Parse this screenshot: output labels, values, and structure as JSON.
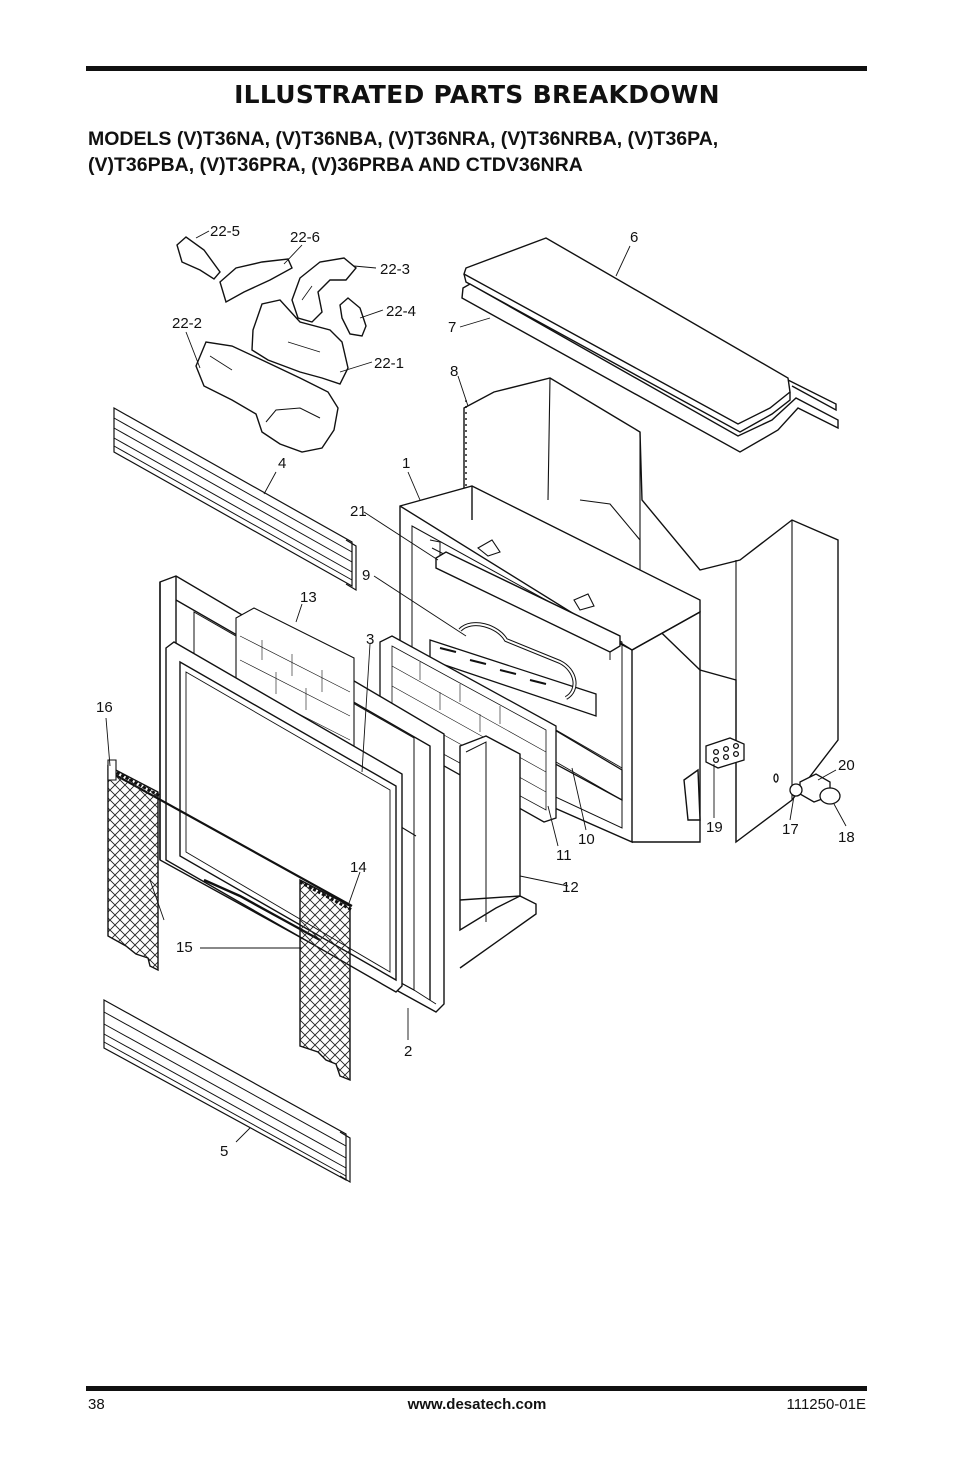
{
  "header": {
    "title": "ILLUSTRATED PARTS BREAKDOWN",
    "models_line1": "MODELS (V)T36NA, (V)T36NBA, (V)T36NRA, (V)T36NRBA, (V)T36PA,",
    "models_line2": "(V)T36PBA, (V)T36PRA, (V)36PRBA AND CTDV36NRA"
  },
  "callouts": {
    "p22_5": "22-5",
    "p22_6": "22-6",
    "p22_3": "22-3",
    "p22_4": "22-4",
    "p22_2": "22-2",
    "p22_1": "22-1",
    "p6": "6",
    "p7": "7",
    "p8": "8",
    "p4": "4",
    "p1": "1",
    "p21": "21",
    "p9": "9",
    "p13": "13",
    "p3": "3",
    "p16": "16",
    "p20": "20",
    "p19": "19",
    "p17": "17",
    "p18": "18",
    "p10": "10",
    "p11": "11",
    "p12": "12",
    "p14": "14",
    "p15": "15",
    "p2": "2",
    "p5": "5"
  },
  "footer": {
    "page_number": "38",
    "website": "www.desatech.com",
    "doc_number": "111250-01E"
  }
}
